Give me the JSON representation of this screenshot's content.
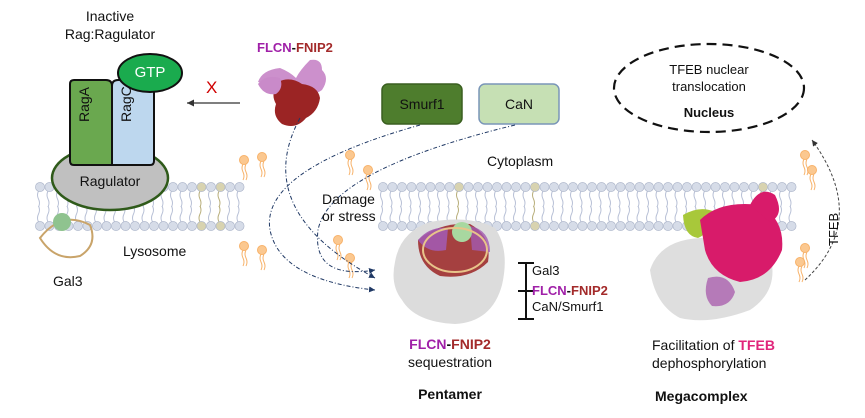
{
  "colors": {
    "flcn": "#a020a8",
    "fnip2": "#a32a2a",
    "tfeb": "#e0247a",
    "raga": "#6aa84f",
    "ragc": "#bdd7ee",
    "gtp": "#1aab4e",
    "ragulator": "#c0c0c0",
    "smurf1": "#4e7d2d",
    "can": "#c6e0b4",
    "inhibit_x": "#d00000",
    "lipid_head": "#d6dce8",
    "lipid_head_alt": "#d8d3b0",
    "lipid_free": "#f7b26a"
  },
  "top_left": {
    "title_line1": "Inactive",
    "title_line2": "Rag:Ragulator",
    "raga": "RagA",
    "ragc": "RagC",
    "gtp": "GTP",
    "ragulator": "Ragulator",
    "inhibit_mark": "X"
  },
  "flcn_fnip2_top": {
    "flcn": "FLCN",
    "dash": "-",
    "fnip2": "FNIP2"
  },
  "boxes": {
    "smurf1": "Smurf1",
    "can": "CaN"
  },
  "nucleus": {
    "line1": "TFEB nuclear",
    "line2": "translocation",
    "label": "Nucleus"
  },
  "regions": {
    "cytoplasm": "Cytoplasm",
    "lysosome": "Lysosome",
    "damage_line1": "Damage",
    "damage_line2": "or stress",
    "gal3": "Gal3",
    "tfeb_arrow": "TFEB"
  },
  "pentamer": {
    "bracket_labels": {
      "gal3": "Gal3",
      "flcn": "FLCN",
      "dash": "-",
      "fnip2": "FNIP2",
      "can_smurf1": "CaN/Smurf1"
    },
    "caption_flcn": "FLCN",
    "caption_dash": "-",
    "caption_fnip2": "FNIP2",
    "caption_line2": "sequestration",
    "title": "Pentamer"
  },
  "megacomplex": {
    "caption_prefix": "Facilitation of ",
    "caption_tfeb": "TFEB",
    "caption_line2": "dephosphorylation",
    "title": "Megacomplex"
  }
}
